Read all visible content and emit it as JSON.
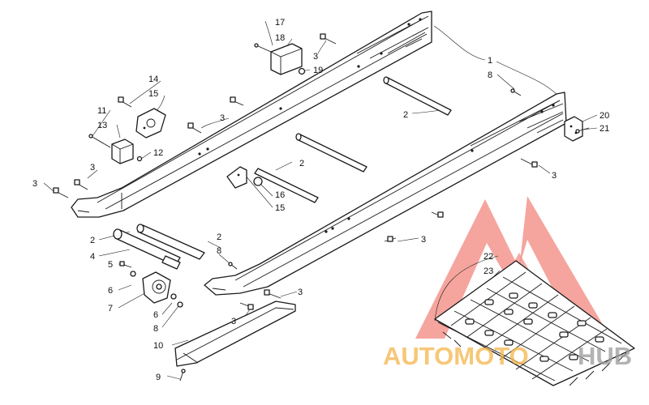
{
  "callouts": {
    "c1": "1",
    "c2": "2",
    "c3": "3",
    "c4": "4",
    "c5": "5",
    "c6": "6",
    "c7": "7",
    "c8": "8",
    "c9": "9",
    "c10": "10",
    "c11": "11",
    "c12": "12",
    "c13": "13",
    "c14": "14",
    "c15": "15",
    "c16": "16",
    "c17": "17",
    "c18": "18",
    "c19": "19",
    "c20": "20",
    "c21": "21",
    "c22": "22",
    "c23": "23"
  },
  "watermark": {
    "part1": "AUTOMOTO",
    "part2": "HUB",
    "color_primary": "#f07a70",
    "color_secondary": "#f5b54a",
    "color_tertiary": "#9a9a9a"
  },
  "colors": {
    "line": "#1a1a1a"
  }
}
